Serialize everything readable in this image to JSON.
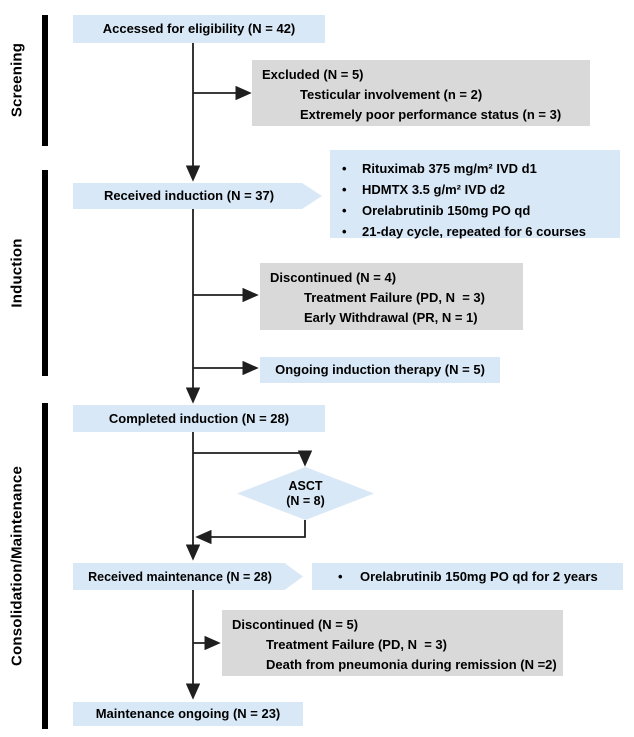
{
  "colors": {
    "box_blue": "#d9e8f6",
    "box_gray": "#d9d9d9",
    "phase_bar": "#000000",
    "line": "#1f1f1f",
    "text": "#000000"
  },
  "phases": [
    {
      "label": "Screening"
    },
    {
      "label": "Induction"
    },
    {
      "label": "Consolidation/Maintenance"
    }
  ],
  "nodes": {
    "accessed": "Accessed for eligibility (N = 42)",
    "excluded": {
      "title": "Excluded (N = 5)",
      "items": [
        "Testicular involvement (n = 2)",
        "Extremely poor performance status (n = 3)"
      ]
    },
    "received_induction": "Received induction (N = 37)",
    "induction_regimen": {
      "bullet": "•",
      "items": [
        "Rituximab 375 mg/m² IVD d1",
        "HDMTX 3.5 g/m² IVD d2",
        "Orelabrutinib 150mg PO qd",
        "21-day cycle, repeated for 6 courses"
      ]
    },
    "discontinued_induction": {
      "title": "Discontinued (N = 4)",
      "items": [
        "Treatment Failure (PD, N  = 3)",
        "Early Withdrawal (PR, N = 1)"
      ]
    },
    "ongoing_induction": "Ongoing induction therapy (N = 5)",
    "completed_induction": "Completed induction (N = 28)",
    "asct": {
      "line1": "ASCT",
      "line2": "(N = 8)"
    },
    "received_maintenance": "Received maintenance (N = 28)",
    "maintenance_regimen": {
      "bullet": "•",
      "item": "Orelabrutinib 150mg PO qd for 2 years"
    },
    "discontinued_maintenance": {
      "title": "Discontinued (N = 5)",
      "items": [
        "Treatment Failure (PD, N  = 3)",
        "Death from pneumonia during remission (N =2)"
      ]
    },
    "maintenance_ongoing": "Maintenance ongoing (N = 23)"
  }
}
